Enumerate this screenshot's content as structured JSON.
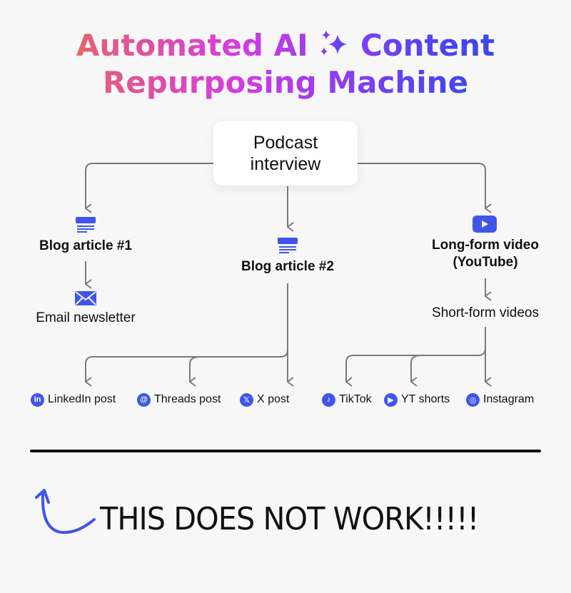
{
  "title": {
    "line1_part1": "Automated AI",
    "line1_part2": "Content",
    "line2": "Repurposing Machine",
    "sparkle_icon": "sparkles-icon",
    "gradient_colors": [
      "#f47a2c",
      "#e05a8c",
      "#d63be0",
      "#8a3ef0",
      "#4a44f0",
      "#1f4fe0"
    ]
  },
  "root": {
    "line1": "Podcast",
    "line2": "interview"
  },
  "branches": {
    "blog1": {
      "label": "Blog article #1",
      "icon": "document-icon"
    },
    "email": {
      "label": "Email newsletter",
      "icon": "envelope-icon"
    },
    "blog2": {
      "label": "Blog article #2",
      "icon": "document-icon"
    },
    "youtube": {
      "line1": "Long-form video",
      "line2": "(YouTube)",
      "icon": "youtube-play-icon"
    },
    "shortform": {
      "label": "Short-form videos"
    }
  },
  "outputs": [
    {
      "label": "LinkedIn post",
      "icon": "linkedin-icon",
      "glyph": "in"
    },
    {
      "label": "Threads post",
      "icon": "threads-icon",
      "glyph": "@"
    },
    {
      "label": "X post",
      "icon": "x-icon",
      "glyph": "𝕏"
    },
    {
      "label": "TikTok",
      "icon": "tiktok-icon",
      "glyph": "♪"
    },
    {
      "label": "YT shorts",
      "icon": "yt-shorts-icon",
      "glyph": "▶"
    },
    {
      "label": "Instagram",
      "icon": "instagram-icon",
      "glyph": "◎"
    }
  ],
  "footer": {
    "warning": "THIS DOES NOT WORK!!!!!",
    "arrow_icon": "curved-arrow-icon"
  },
  "colors": {
    "accent": "#3f56e8",
    "line": "#7a7a7a",
    "background": "#f7f7f7"
  }
}
